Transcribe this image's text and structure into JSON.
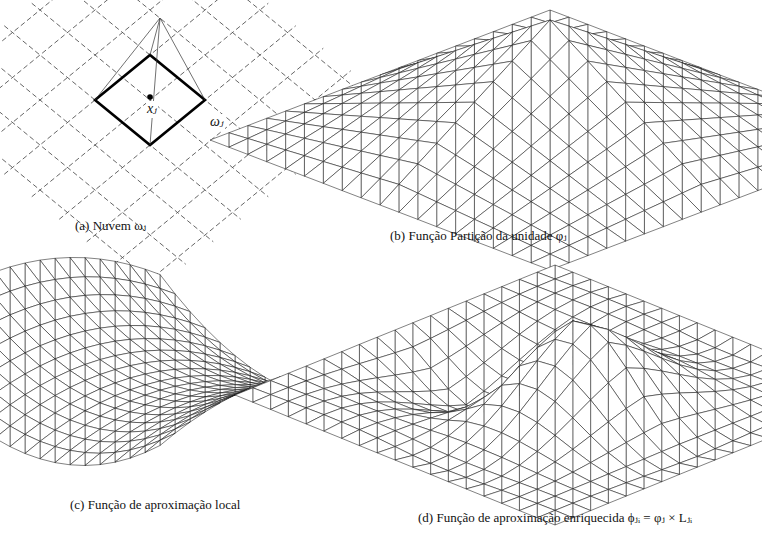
{
  "diagram": {
    "labels": [
      "xⱼ",
      "ωⱼ",
      "(a) Nuvem ωⱼ",
      "(b) Função Partição da unidade φⱼ",
      "(c) Função de aproximação local",
      "(d) Função de aproximação enriquecida ϕⱼᵢ = φⱼ × Lⱼᵢ"
    ]
  }
}
